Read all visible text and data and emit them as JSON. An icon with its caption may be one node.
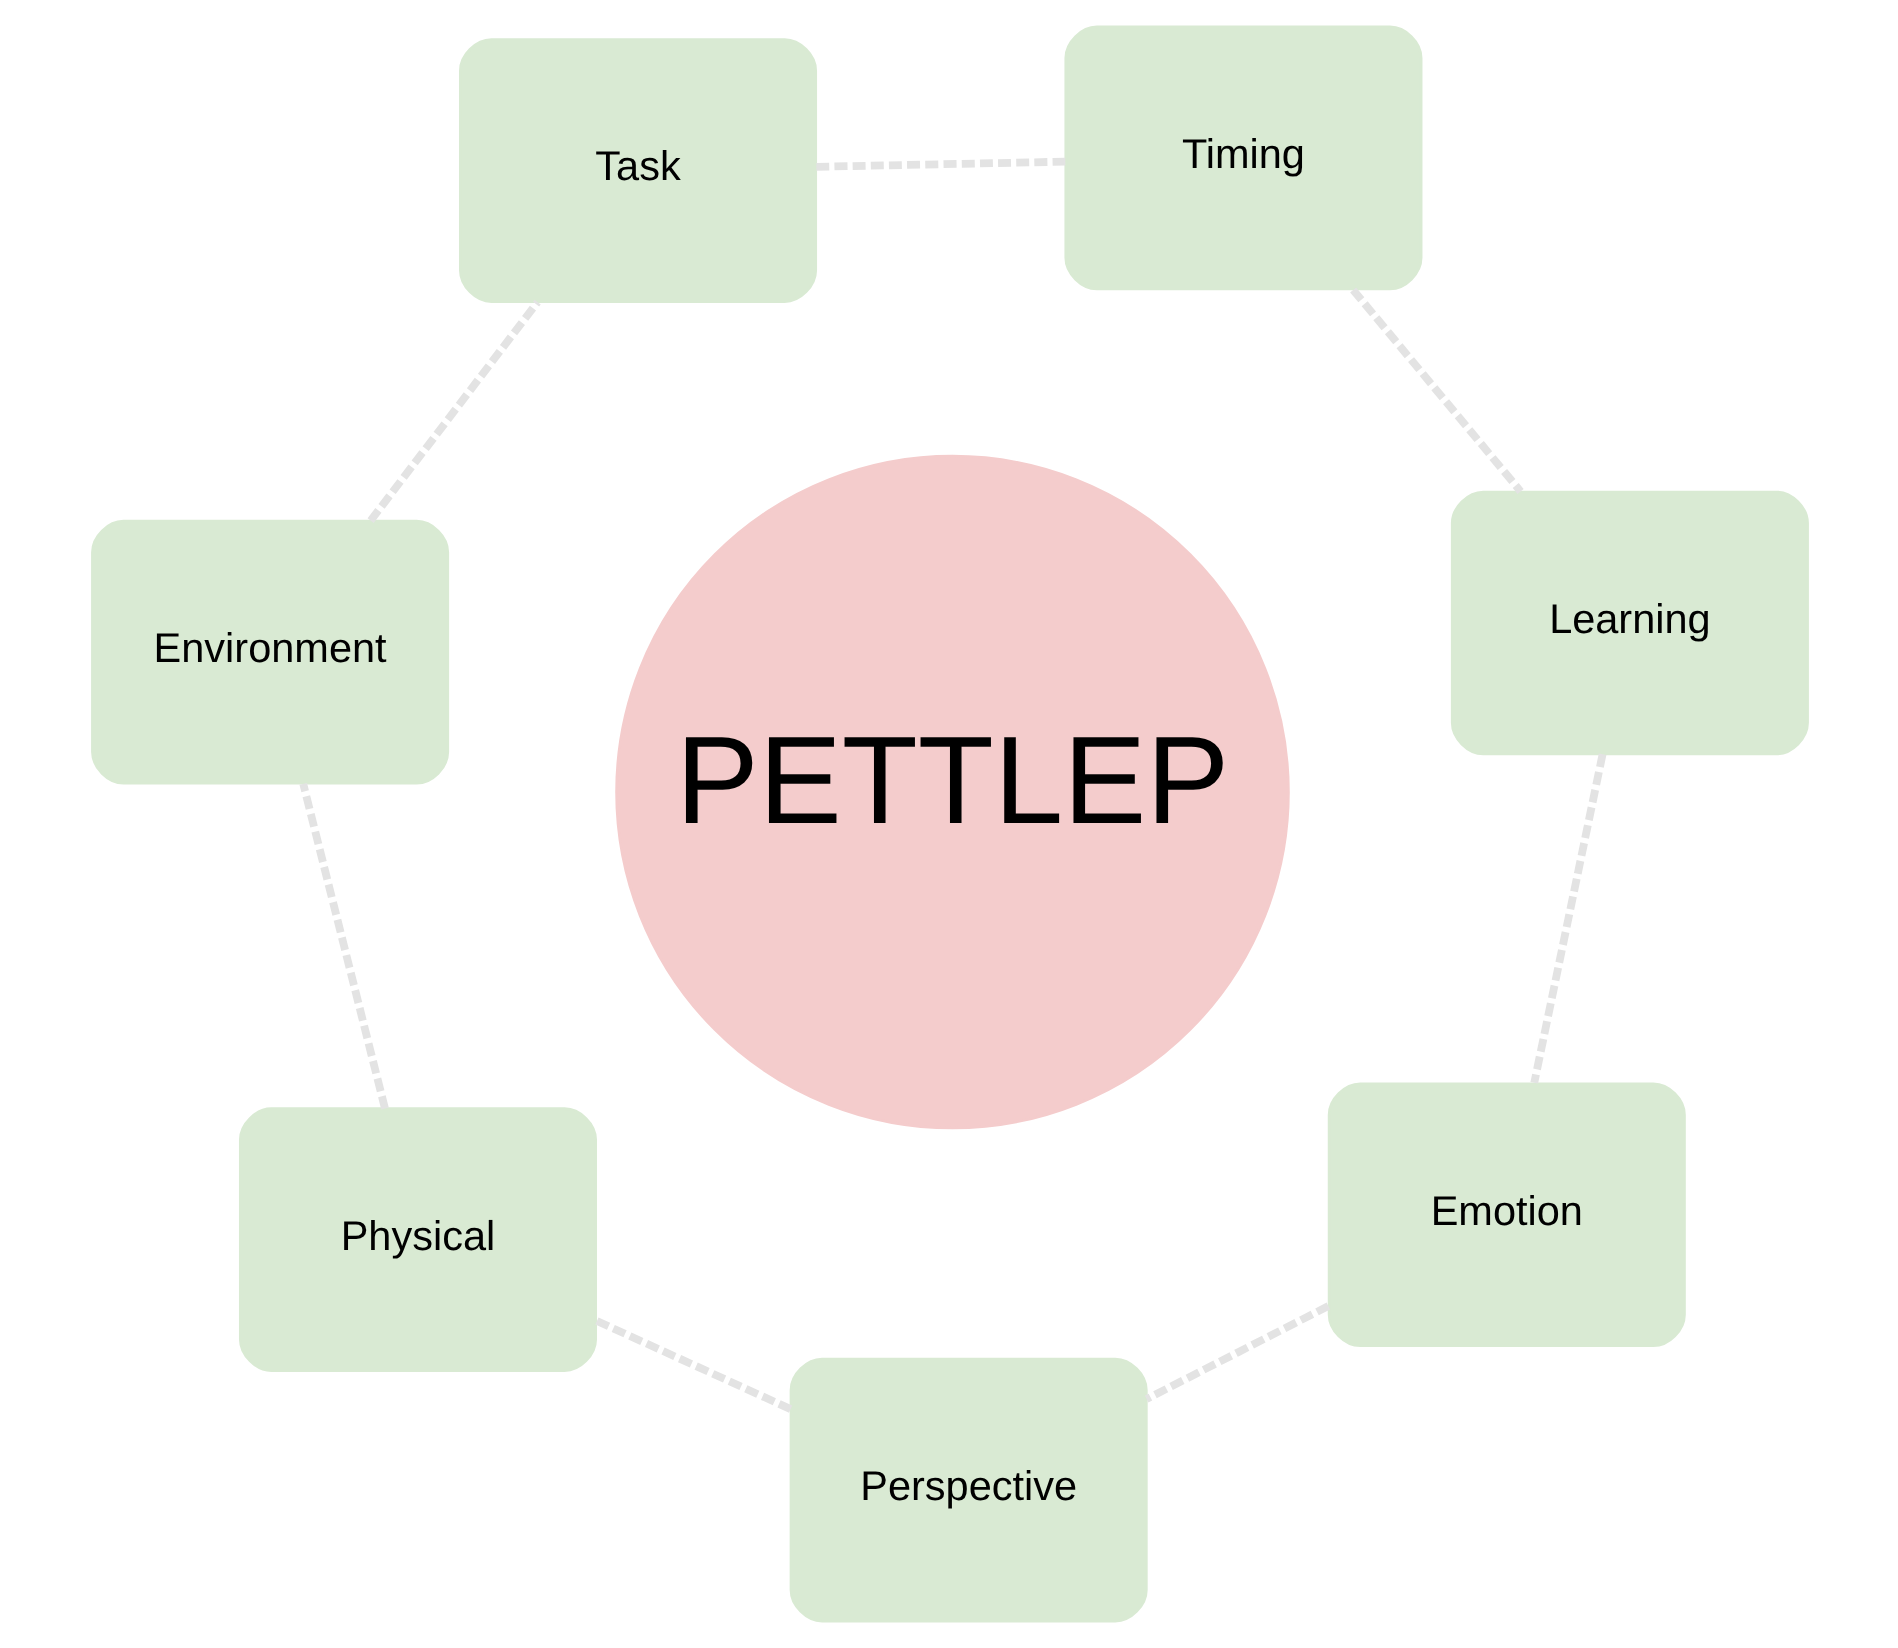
{
  "diagram": {
    "nodes": [
      {
        "text": [
          "Environment"
        ]
      },
      {
        "text": [
          "Task"
        ]
      },
      {
        "text": [
          "Physical"
        ]
      },
      {
        "text": [
          "PETTLEP"
        ]
      },
      {
        "text": [
          "Perspective"
        ]
      },
      {
        "text": [
          "Timing"
        ]
      },
      {
        "text": [
          "Emotion"
        ]
      },
      {
        "text": [
          "Learning"
        ]
      }
    ],
    "edges": [
      {
        "from": 0,
        "to": 1,
        "arrow": "none",
        "style": "dashed"
      },
      {
        "from": 1,
        "to": 5,
        "arrow": "none",
        "style": "dashed"
      },
      {
        "from": 5,
        "to": 7,
        "arrow": "none",
        "style": "dashed"
      },
      {
        "from": 7,
        "to": 6,
        "arrow": "none",
        "style": "dashed"
      },
      {
        "from": 6,
        "to": 4,
        "arrow": "none",
        "style": "dashed"
      },
      {
        "from": 4,
        "to": 2,
        "arrow": "none",
        "style": "dashed"
      },
      {
        "from": 2,
        "to": 0,
        "arrow": "none",
        "style": "dashed"
      }
    ]
  }
}
